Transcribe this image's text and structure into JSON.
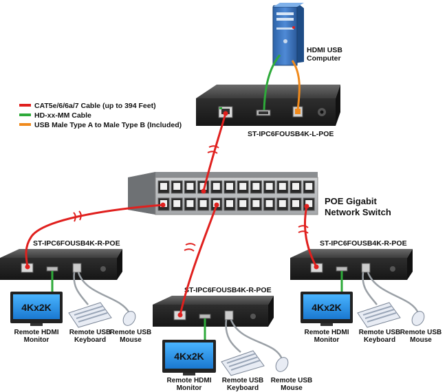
{
  "legend": [
    {
      "text": "CAT5e/6/6a/7 Cable (up to 394 Feet)",
      "color": "#e0201e"
    },
    {
      "text": "HD-xx-MM Cable",
      "color": "#2eaa3a"
    },
    {
      "text": "USB Male Type A  to Male Type B (Included)",
      "color": "#f08a1c"
    }
  ],
  "computer": {
    "line1": "HDMI USB",
    "line2": "Computer"
  },
  "local_unit": {
    "model": "ST-IPC6FOUSB4K-L-POE"
  },
  "switch": {
    "line1": "POE Gigabit",
    "line2": "Network Switch"
  },
  "remote_units": [
    {
      "model": "ST-IPC6FOUSB4K-R-POE",
      "screen": "4Kx2K",
      "monitor": [
        "Remote HDMI",
        "Monitor"
      ],
      "keyboard": [
        "Remote USB",
        "Keyboard"
      ],
      "mouse": [
        "Remote USB",
        "Mouse"
      ]
    },
    {
      "model": "ST-IPC6FOUSB4K-R-POE",
      "screen": "4Kx2K",
      "monitor": [
        "Remote HDMI",
        "Monitor"
      ],
      "keyboard": [
        "Remote USB",
        "Keyboard"
      ],
      "mouse": [
        "Remote USB",
        "Mouse"
      ]
    },
    {
      "model": "ST-IPC6FOUSB4K-R-POE",
      "screen": "4Kx2K",
      "monitor": [
        "Remote HDMI",
        "Monitor"
      ],
      "keyboard": [
        "Remote USB",
        "Keyboard"
      ],
      "mouse": [
        "Remote USB",
        "Mouse"
      ]
    }
  ],
  "colors": {
    "cat": "#e0201e",
    "hdmi": "#2eaa3a",
    "usb": "#f08a1c",
    "usb_grey": "#9aa0a6",
    "box": "#2b2b2b",
    "screen": "#1f8fe0"
  }
}
